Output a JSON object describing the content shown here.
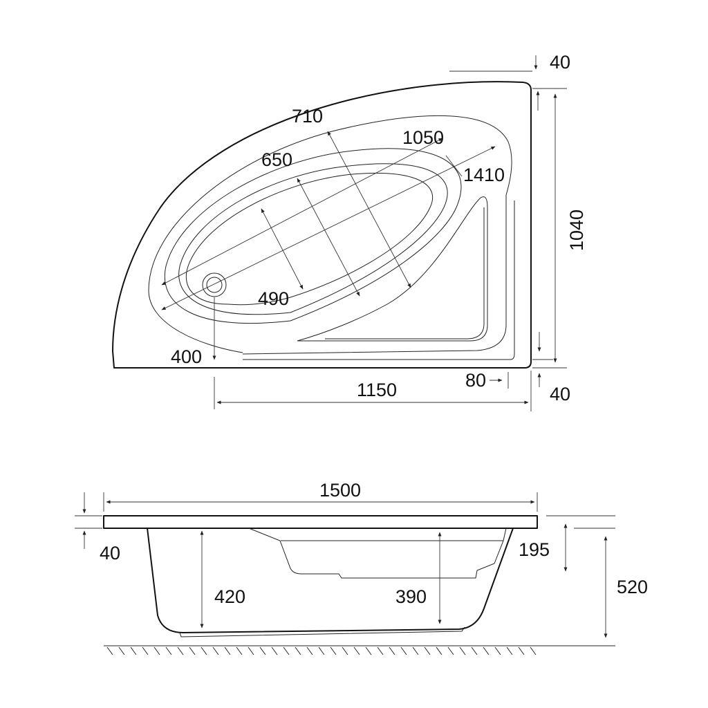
{
  "plan_view": {
    "outer_rim": "710",
    "shell_length": "1050",
    "inner_bowl": "650",
    "diagonal": "1410",
    "bowl_width": "490",
    "drain_offset": "400",
    "drain_span": "1150",
    "step": "80",
    "depth": "1040",
    "rim_top": "40",
    "rim_bottom": "40"
  },
  "side_view": {
    "length": "1500",
    "rim": "40",
    "height_left": "420",
    "height_mid": "390",
    "seat": "195",
    "total_height": "520"
  }
}
